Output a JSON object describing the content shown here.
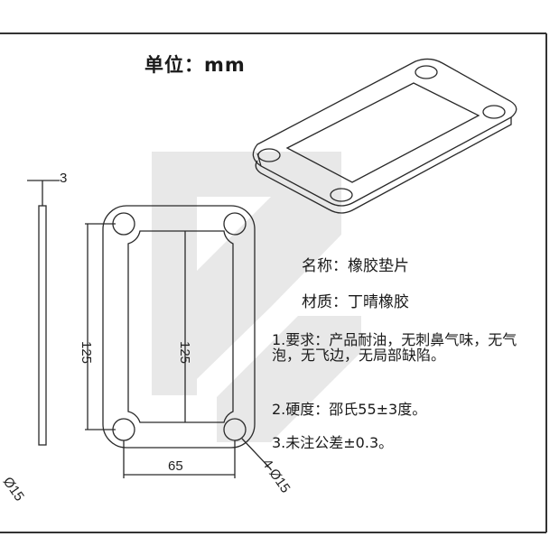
{
  "unit_label": "单位：mm",
  "part_name": "名称：橡胶垫片",
  "material": "材质：丁晴橡胶",
  "requirements": [
    "1.要求：产品耐油，无刺鼻气味，无气泡，无飞边，无局部缺陷。",
    "2.硬度：邵氏55±3度。",
    "3.未注公差±0.3。"
  ],
  "dimensions": {
    "thickness": "3",
    "outer_height": "125",
    "inner_height": "125",
    "width": "65",
    "holes": "4-Ø15",
    "hole_partial": "Ø15"
  },
  "colors": {
    "line": "#2a2a2a",
    "watermark": "#d6d6d6"
  }
}
